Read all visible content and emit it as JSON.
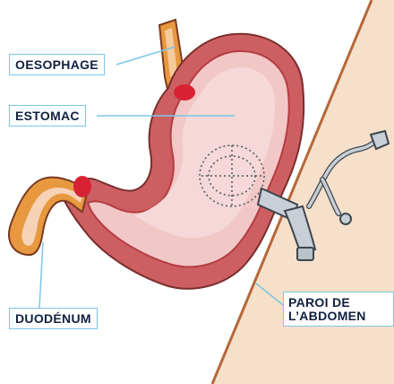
{
  "labels": {
    "oesophagus": "OESOPHAGE",
    "stomach": "ESTOMAC",
    "duodenum": "DUODÉNUM",
    "abdominal_wall_line1": "PAROI DE",
    "abdominal_wall_line2": "L’ABDOMEN"
  },
  "colors": {
    "outer_wall": "#cd5f62",
    "wall_dark": "#b53c43",
    "lining": "#f1c8c6",
    "interior": "#f5d8d7",
    "sphincter": "#d82234",
    "oesophagus_orange": "#e8983f",
    "abdomen_skin": "#f6ddc3",
    "abdomen_line": "#b5673a",
    "leader_line": "#7cc6e8",
    "tube": "#c8cfd6",
    "tube_outline": "#3d4650",
    "label_text": "#0f2140"
  },
  "icons": [
    "gastrostomy-tube-icon",
    "balloon-icon"
  ]
}
